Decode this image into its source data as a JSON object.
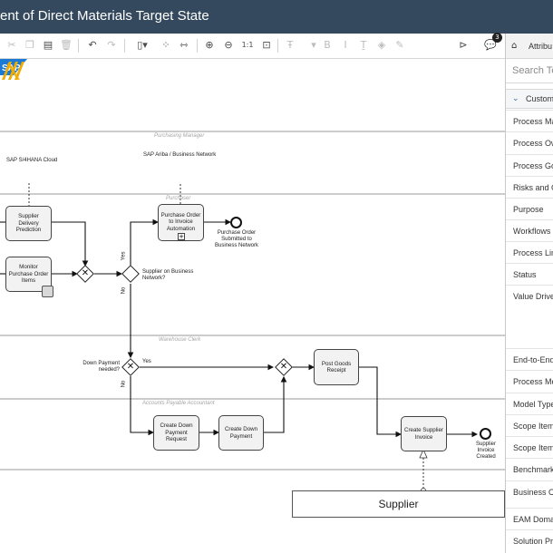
{
  "window": {
    "title": "ent of Direct Materials Target State"
  },
  "toolbar": {
    "icons": [
      "scissors-icon",
      "copy-icon",
      "paste-icon",
      "delete-icon",
      "undo-icon",
      "redo-icon",
      "align-icon",
      "grid-icon",
      "distribute-icon",
      "zoom-in-icon",
      "zoom-out-icon",
      "zoom-actual-icon",
      "zoom-fit-icon",
      "text-format-icon",
      "bold-icon",
      "italic-icon",
      "font-size-icon",
      "fill-icon",
      "expand-panel-icon",
      "comments-icon"
    ],
    "comments_badge": "3"
  },
  "panel": {
    "tab_label": "Attribu",
    "search_placeholder": "Search Te",
    "group_label": "Custom",
    "rows": [
      "Process Ma",
      "Process Ow",
      "Process Goa",
      "Risks and C",
      "Purpose",
      "Workflows",
      "Process Link",
      "Status",
      "Value Driver",
      "End-to-End",
      "Process Mo",
      "Model Type",
      "Scope Item",
      "Scope Item",
      "Benchmarks",
      "Business Ca",
      "EAM Domai",
      "Solution Pro"
    ]
  },
  "diagram": {
    "lanes": [
      "Purchasing Manager",
      "Purchaser",
      "Warehouse Clerk",
      "Accounts Payable Accountant"
    ],
    "systems": {
      "sap_label": "SAP S/4HANA Cloud",
      "sap_logo_text": "SAP",
      "ariba_label": "SAP Ariba / Business Network"
    },
    "tasks": {
      "supplier_delivery_prediction": "Supplier Delivery Prediction",
      "monitor_purchase_order_items": "Monitor Purchase Order Items",
      "purchase_order_to_invoice": "Purchase Order to Invoice Automation",
      "post_goods_receipt": "Post Goods Receipt",
      "create_down_payment_request": "Create Down Payment Request",
      "create_down_payment": "Create Down Payment",
      "create_supplier_invoice": "Create Supplier Invoice"
    },
    "events": {
      "po_submitted": "Purchase Order Submitted to Business Network",
      "invoice_created": "Supplier Invoice Created"
    },
    "gateways": {
      "supplier_on_network": "Supplier on Business Network?",
      "down_payment_needed": "Down Payment needed?"
    },
    "flow_labels": {
      "yes": "Yes",
      "no": "No"
    },
    "pool": "Supplier"
  },
  "colors": {
    "titlebar": "#34495e",
    "accent": "#2f6fa7",
    "task_fill": "#f2f2f2",
    "ariba_yellow": "#f0ab00",
    "sap_blue": "#1a7ad4"
  }
}
